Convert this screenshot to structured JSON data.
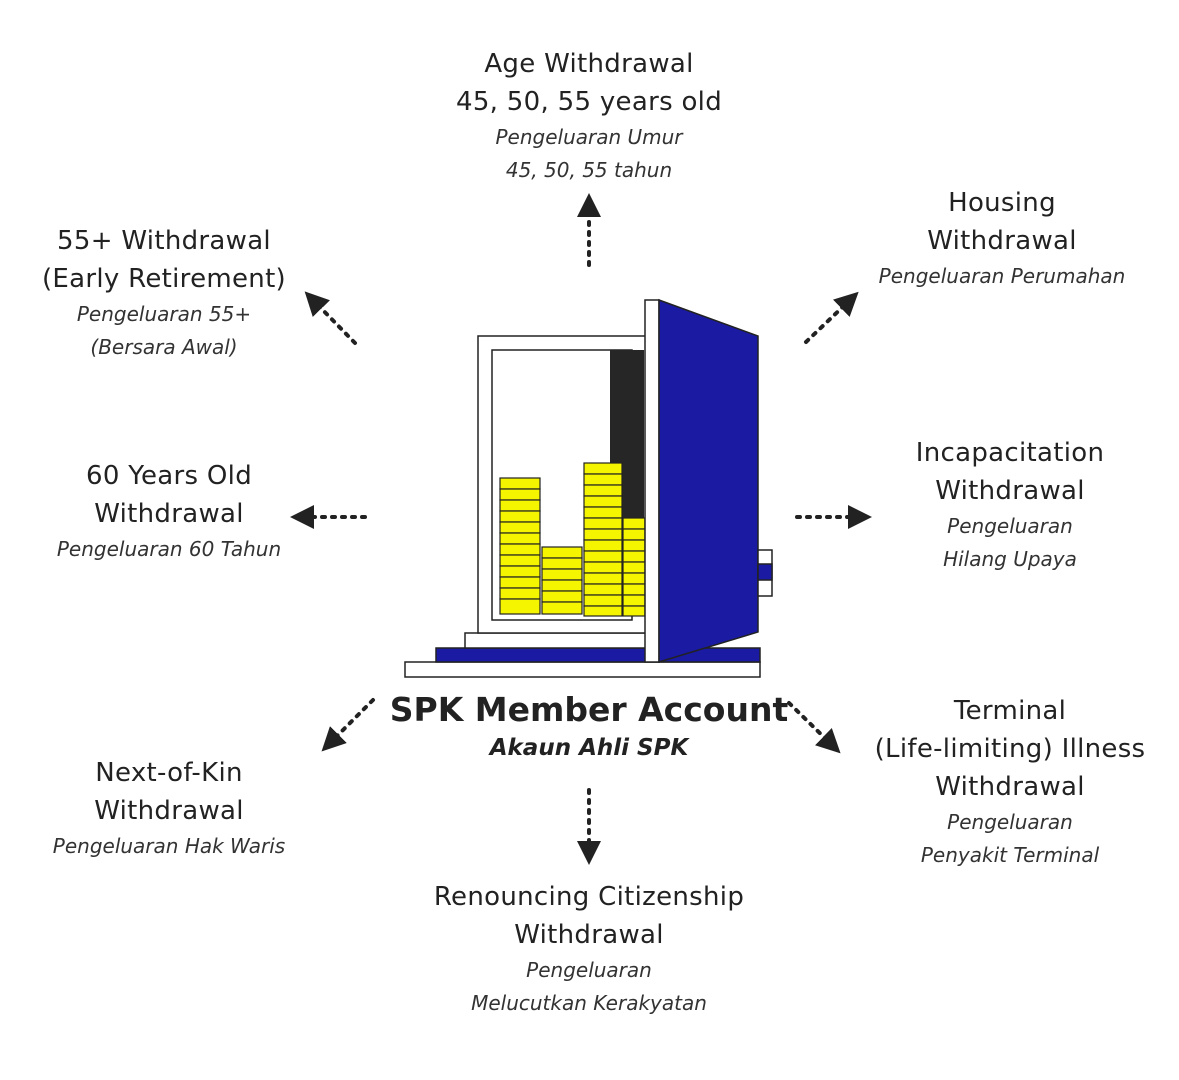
{
  "center": {
    "title": "SPK Member Account",
    "subtitle": "Akaun Ahli SPK"
  },
  "nodes": {
    "age": {
      "en": [
        "Age Withdrawal",
        "45, 50, 55 years old"
      ],
      "ms": [
        "Pengeluaran Umur",
        "45, 50, 55 tahun"
      ]
    },
    "early": {
      "en": [
        "55+ Withdrawal",
        "(Early Retirement)"
      ],
      "ms": [
        "Pengeluaran 55+",
        "(Bersara Awal)"
      ]
    },
    "housing": {
      "en": [
        "Housing",
        "Withdrawal"
      ],
      "ms": [
        "Pengeluaran Perumahan"
      ]
    },
    "sixty": {
      "en": [
        "60 Years Old",
        "Withdrawal"
      ],
      "ms": [
        "Pengeluaran 60 Tahun"
      ]
    },
    "incap": {
      "en": [
        "Incapacitation",
        "Withdrawal"
      ],
      "ms": [
        "Pengeluaran",
        "Hilang Upaya"
      ]
    },
    "kin": {
      "en": [
        "Next-of-Kin",
        "Withdrawal"
      ],
      "ms": [
        "Pengeluaran Hak Waris"
      ]
    },
    "terminal": {
      "en": [
        "Terminal",
        "(Life-limiting) Illness",
        "Withdrawal"
      ],
      "ms": [
        "Pengeluaran",
        "Penyakit Terminal"
      ]
    },
    "renounce": {
      "en": [
        "Renouncing Citizenship",
        "Withdrawal"
      ],
      "ms": [
        "Pengeluaran",
        "Melucutkan Kerakyatan"
      ]
    }
  },
  "colors": {
    "door": "#1a1aa3",
    "gold": "#f5f500",
    "outline": "#222222",
    "arrow": "#222222"
  },
  "icons": {
    "safe": "open-safe-with-gold-bars-icon"
  }
}
